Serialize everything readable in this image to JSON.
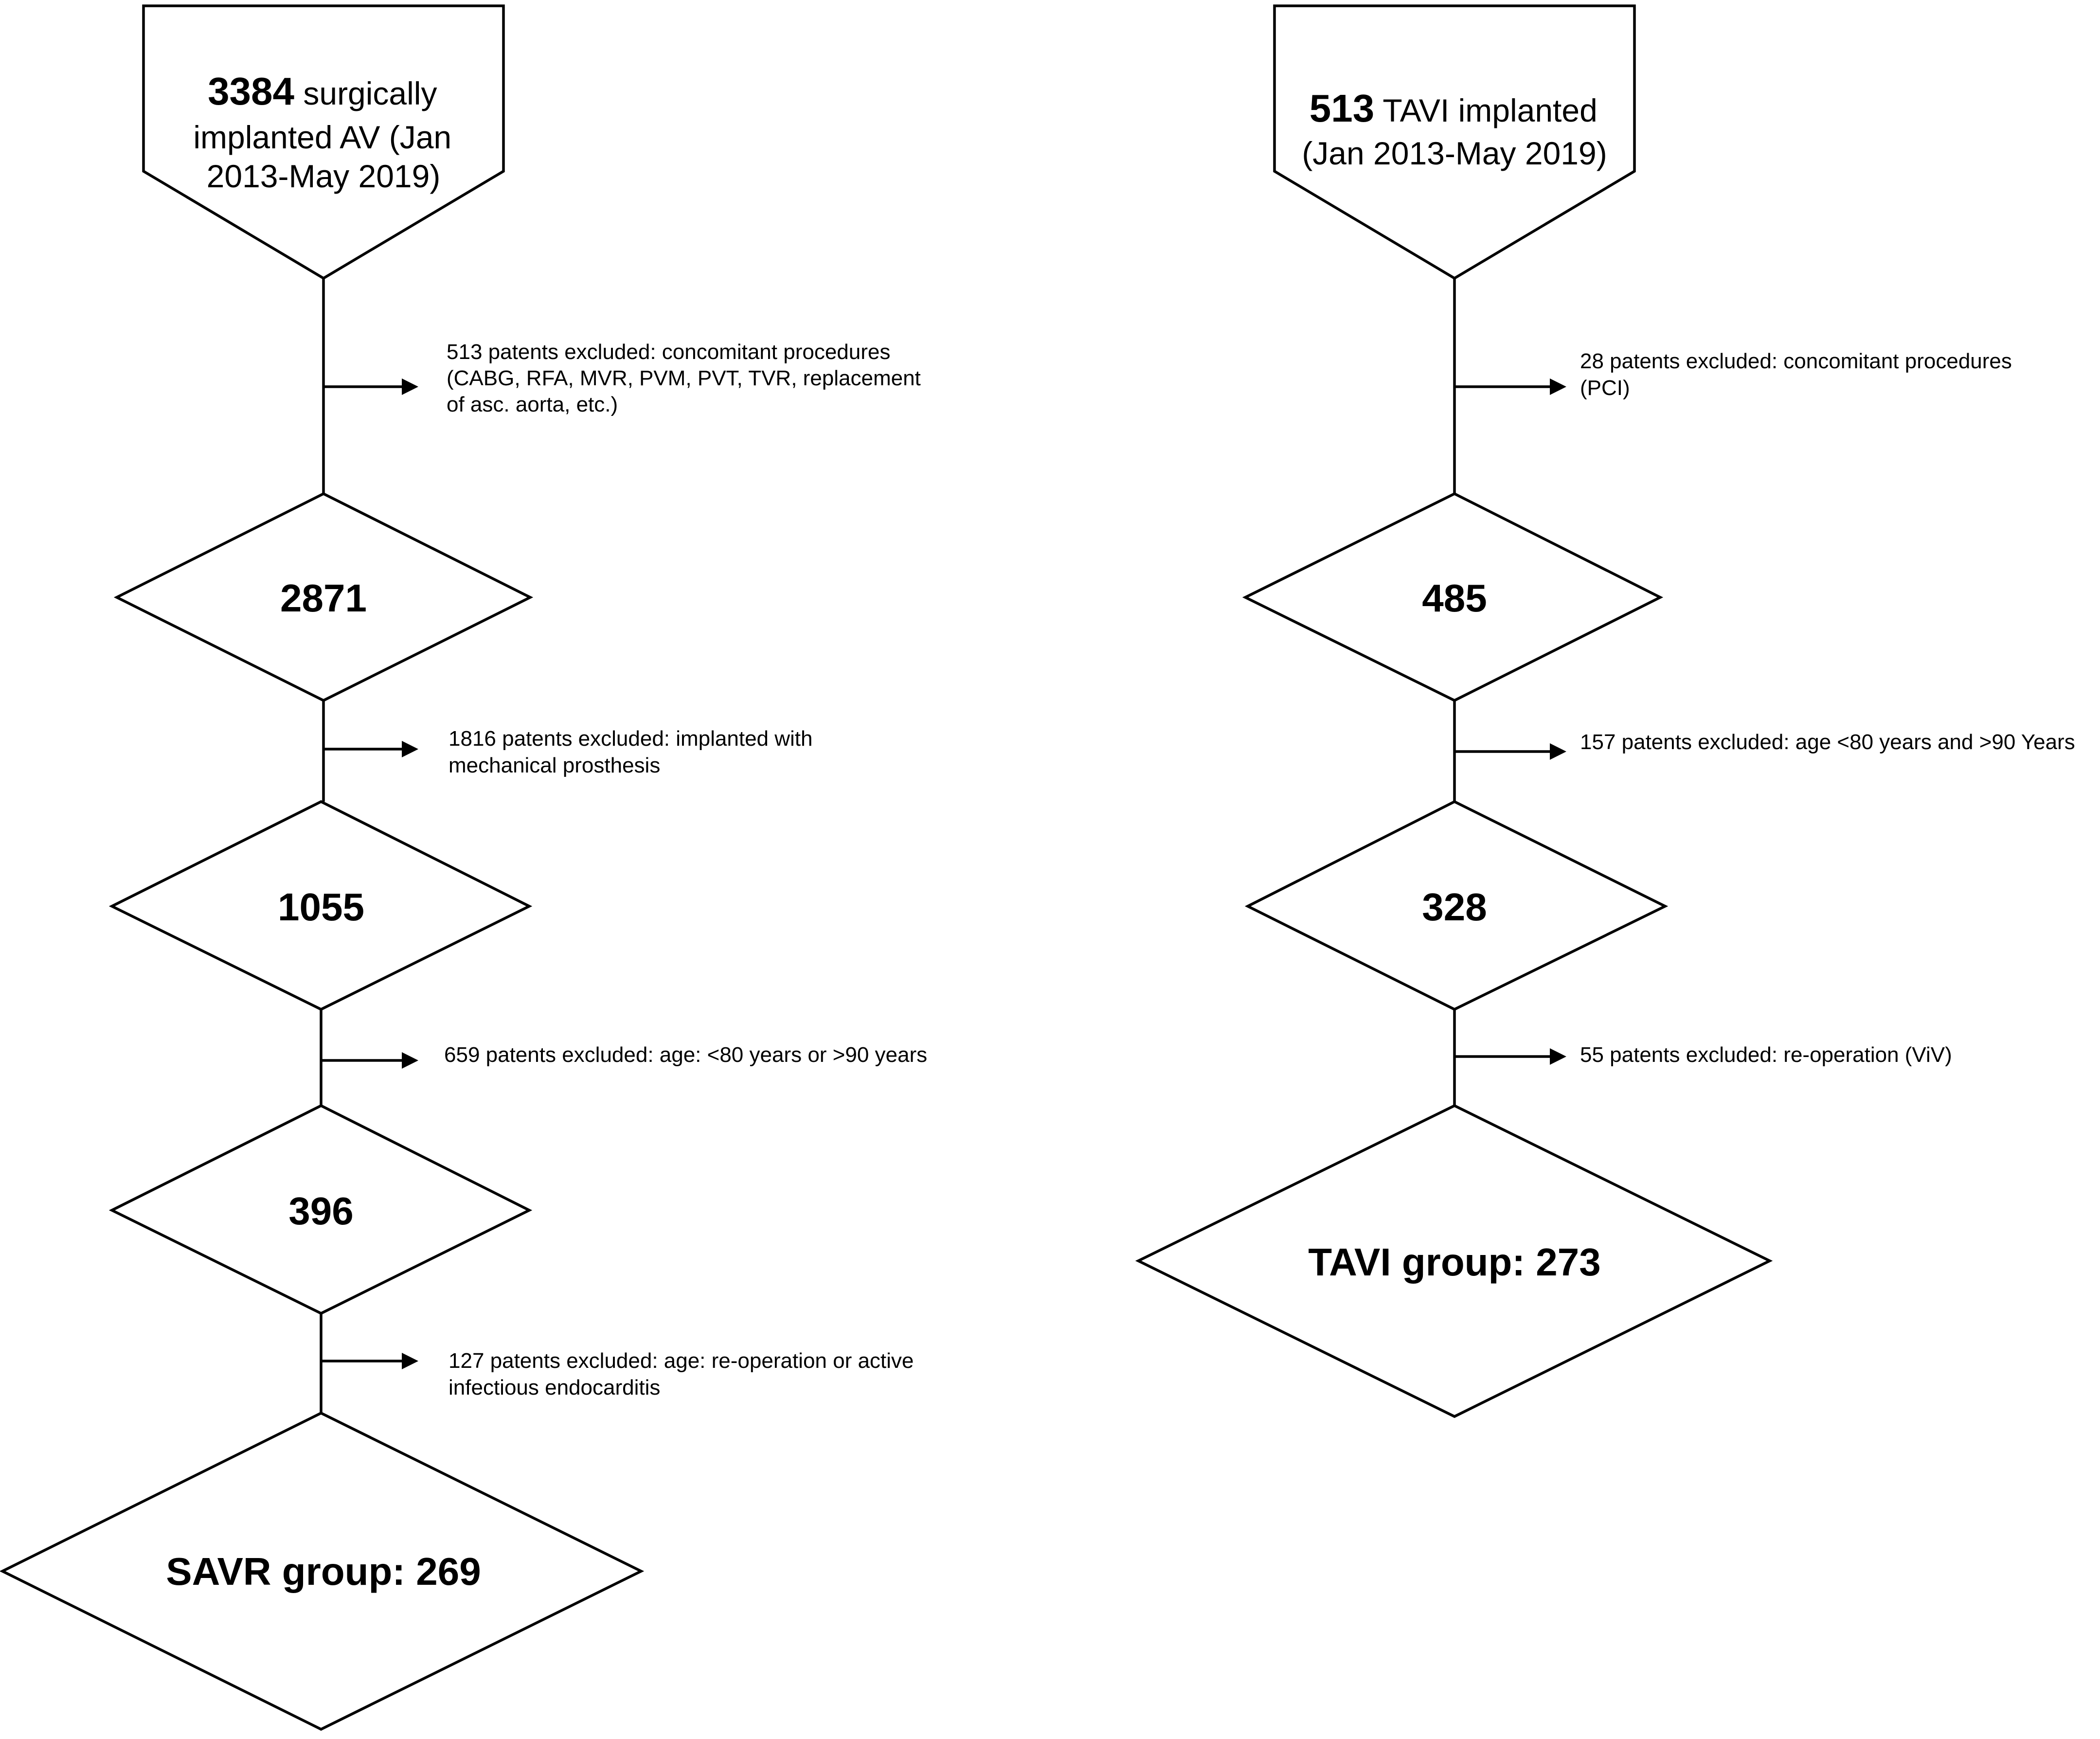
{
  "left_flow": {
    "start": {
      "count": "3384",
      "lines": [
        " surgically",
        "implanted AV (Jan",
        "2013-May 2019)"
      ]
    },
    "exclusions": [
      [
        "513 patents excluded: concomitant procedures",
        "(CABG, RFA, MVR, PVM, PVT, TVR, replacement",
        "of asc. aorta, etc.)"
      ],
      [
        "1816 patents excluded: implanted with",
        "mechanical prosthesis"
      ],
      [
        "659 patents excluded: age: <80 years or >90 years"
      ],
      [
        "127 patents excluded: age: re-operation or active",
        "infectious endocarditis"
      ]
    ],
    "nodes": [
      "2871",
      "1055",
      "396"
    ],
    "final": "SAVR group: 269"
  },
  "right_flow": {
    "start": {
      "count": "513",
      "lines": [
        " TAVI implanted",
        "(Jan 2013-May 2019)"
      ]
    },
    "exclusions": [
      [
        "28 patents excluded: concomitant procedures",
        "(PCI)"
      ],
      [
        "157 patents excluded: age <80 years and >90 Years"
      ],
      [
        "55 patents excluded: re-operation (ViV)"
      ]
    ],
    "nodes": [
      "485",
      "328"
    ],
    "final": "TAVI group: 273"
  }
}
